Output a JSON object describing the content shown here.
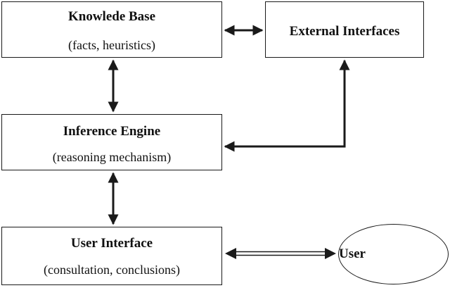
{
  "diagram": {
    "nodes": {
      "knowledge_base": {
        "title": "Knowlede Base",
        "subtitle": "(facts, heuristics)"
      },
      "external_interfaces": {
        "title": "External Interfaces"
      },
      "inference_engine": {
        "title": "Inference Engine",
        "subtitle": "(reasoning mechanism)"
      },
      "user_interface": {
        "title": "User Interface",
        "subtitle": "(consultation, conclusions)"
      },
      "user": {
        "title": "User"
      }
    },
    "edges": [
      {
        "from": "knowledge_base",
        "to": "external_interfaces",
        "direction": "both",
        "style": "solid"
      },
      {
        "from": "knowledge_base",
        "to": "inference_engine",
        "direction": "both",
        "style": "solid"
      },
      {
        "from": "external_interfaces",
        "to": "inference_engine",
        "direction": "both",
        "style": "solid-elbow"
      },
      {
        "from": "inference_engine",
        "to": "user_interface",
        "direction": "both",
        "style": "solid"
      },
      {
        "from": "user_interface",
        "to": "user",
        "direction": "both",
        "style": "double-line"
      }
    ],
    "colors": {
      "stroke": "#1a1a1a",
      "background": "#ffffff"
    }
  }
}
